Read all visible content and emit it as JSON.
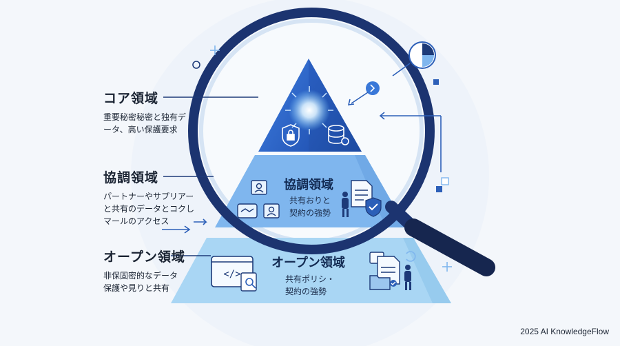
{
  "left_labels": {
    "core": {
      "title": "コア領域",
      "desc_line1": "重要秘密秘密と独有デ",
      "desc_line2": "ータ、高い保護要求"
    },
    "collab": {
      "title": "協調領域",
      "desc_line1": "パートナーやサプリアー",
      "desc_line2": "と共有のデータとコクし",
      "desc_line3": "マールのアクセス"
    },
    "open": {
      "title": "オープン領域",
      "desc_line1": "非保固密的なデータ",
      "desc_line2": "保護や見りと共有"
    }
  },
  "pyramid": {
    "middle": {
      "title": "協調領域",
      "desc_line1": "共有おりと",
      "desc_line2": "契約の強勢"
    },
    "bottom": {
      "title": "オープン領域",
      "desc_line1": "共有ポリシ・",
      "desc_line2": "契約の強勢"
    }
  },
  "footer": "2025 AI KnowledgeFlow",
  "colors": {
    "background": "#f4f7fb",
    "navy": "#1d3a78",
    "tier_top": "#2d64c8",
    "tier_middle": "#7fb6ee",
    "tier_bottom": "#a9d6f4",
    "accent": "#5aa0e8"
  },
  "icons": [
    "magnifier-icon",
    "lock-shield-icon",
    "database-icon",
    "user-card-icon",
    "handshake-icon",
    "document-icon",
    "shield-check-icon",
    "code-window-icon",
    "folder-icon",
    "person-icon",
    "pie-chart-icon",
    "arrow-icon"
  ]
}
